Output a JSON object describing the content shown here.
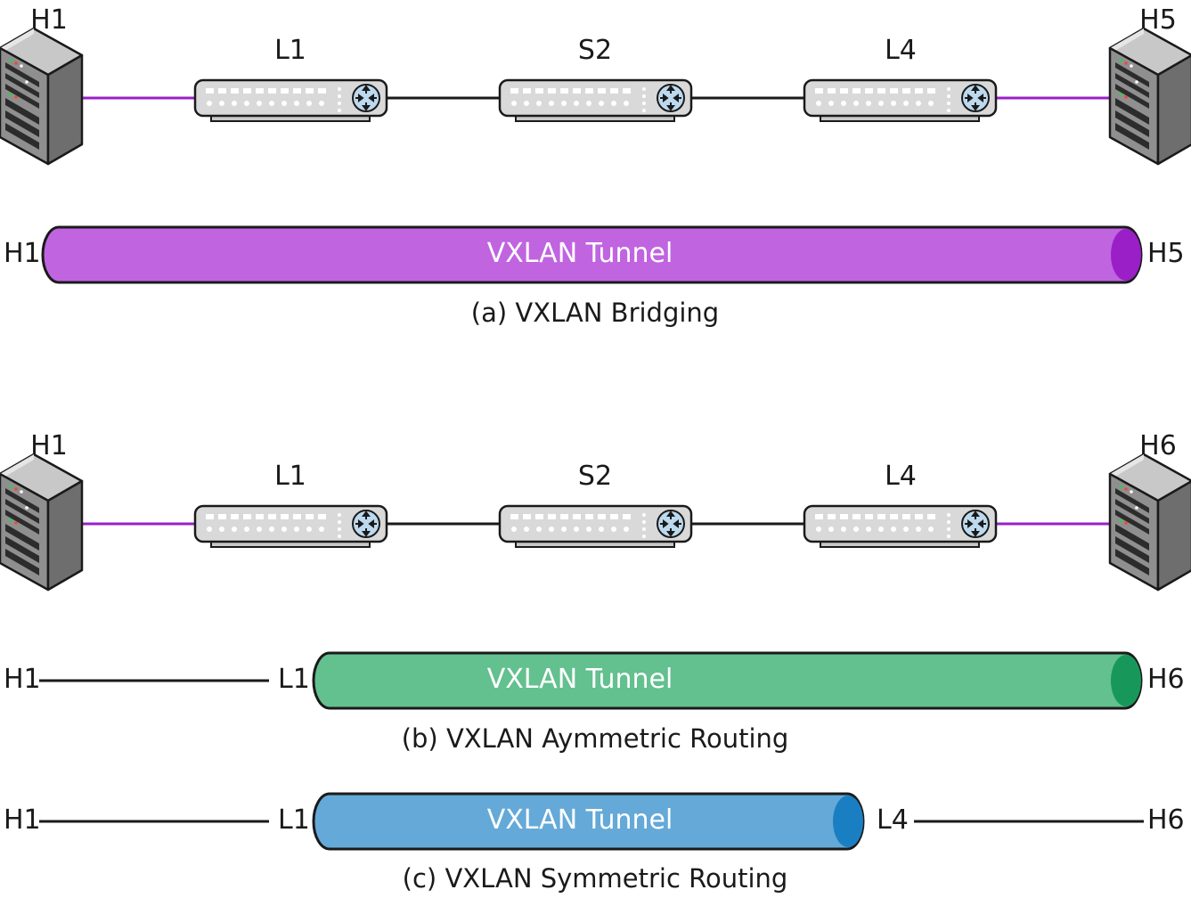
{
  "colors": {
    "bridging_link": "#9a1fc7",
    "bridging_tunnel": "#c064e0",
    "bridging_tunnel_end": "#9a1fc7",
    "asym_tunnel": "#63c08f",
    "asym_tunnel_end": "#17985a",
    "sym_tunnel": "#64a9d8",
    "sym_tunnel_end": "#1a7fc2",
    "device_body": "#d9d9d9",
    "server_body": "#9a9a9a",
    "router_icon": "#bcd9ee"
  },
  "icons": {
    "server": "server-tower-icon",
    "switch": "network-switch-icon",
    "router": "router-arrows-icon"
  },
  "panel_a": {
    "left_host": "H1",
    "right_host": "H5",
    "switches": [
      "L1",
      "S2",
      "L4"
    ],
    "tunnel_left": "H1",
    "tunnel_label": "VXLAN Tunnel",
    "tunnel_right": "H5",
    "caption": "(a) VXLAN Bridging"
  },
  "panel_bc": {
    "left_host": "H1",
    "right_host": "H6",
    "switches": [
      "L1",
      "S2",
      "L4"
    ]
  },
  "panel_b": {
    "start": "H1",
    "ingress": "L1",
    "tunnel_label": "VXLAN Tunnel",
    "end": "H6",
    "caption": "(b) VXLAN Aymmetric Routing"
  },
  "panel_c": {
    "start": "H1",
    "ingress": "L1",
    "tunnel_label": "VXLAN Tunnel",
    "egress": "L4",
    "end": "H6",
    "caption": "(c) VXLAN Symmetric Routing"
  }
}
